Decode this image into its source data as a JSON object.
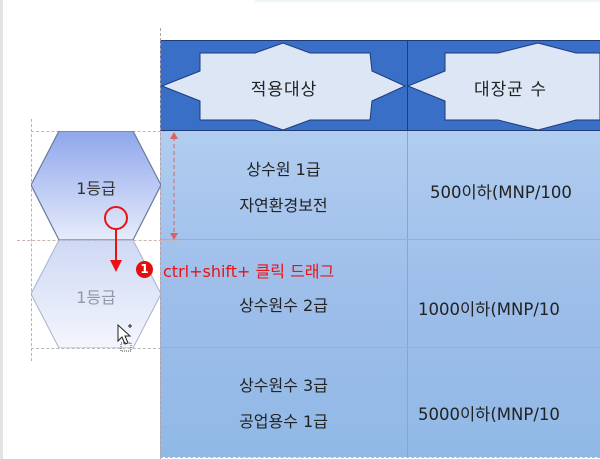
{
  "table": {
    "headers": [
      {
        "label": "적용대상"
      },
      {
        "label": "대장균 수"
      }
    ],
    "rows": [
      {
        "target_line1": "상수원 1급",
        "target_line2": "자연환경보전",
        "count": "500이하(MNP/100"
      },
      {
        "target_line1": "상수원수 2급",
        "target_line2": "",
        "count": "1000이하(MNP/10"
      },
      {
        "target_line1": "상수원수 3급",
        "target_line2": "공업용수 1급",
        "count": "5000이하(MNP/10"
      }
    ]
  },
  "shapes": {
    "hexagon_label": "1등급",
    "ghost_hexagon_label": "1등급"
  },
  "annotation": {
    "step_number": "1",
    "text": "ctrl+shift+ 클릭 드래그"
  },
  "colors": {
    "header_bg": "#3a6fc8",
    "star_fill": "#dce6f5",
    "body_bg": "#a3c2ec",
    "annotation_red": "#ee1111"
  }
}
